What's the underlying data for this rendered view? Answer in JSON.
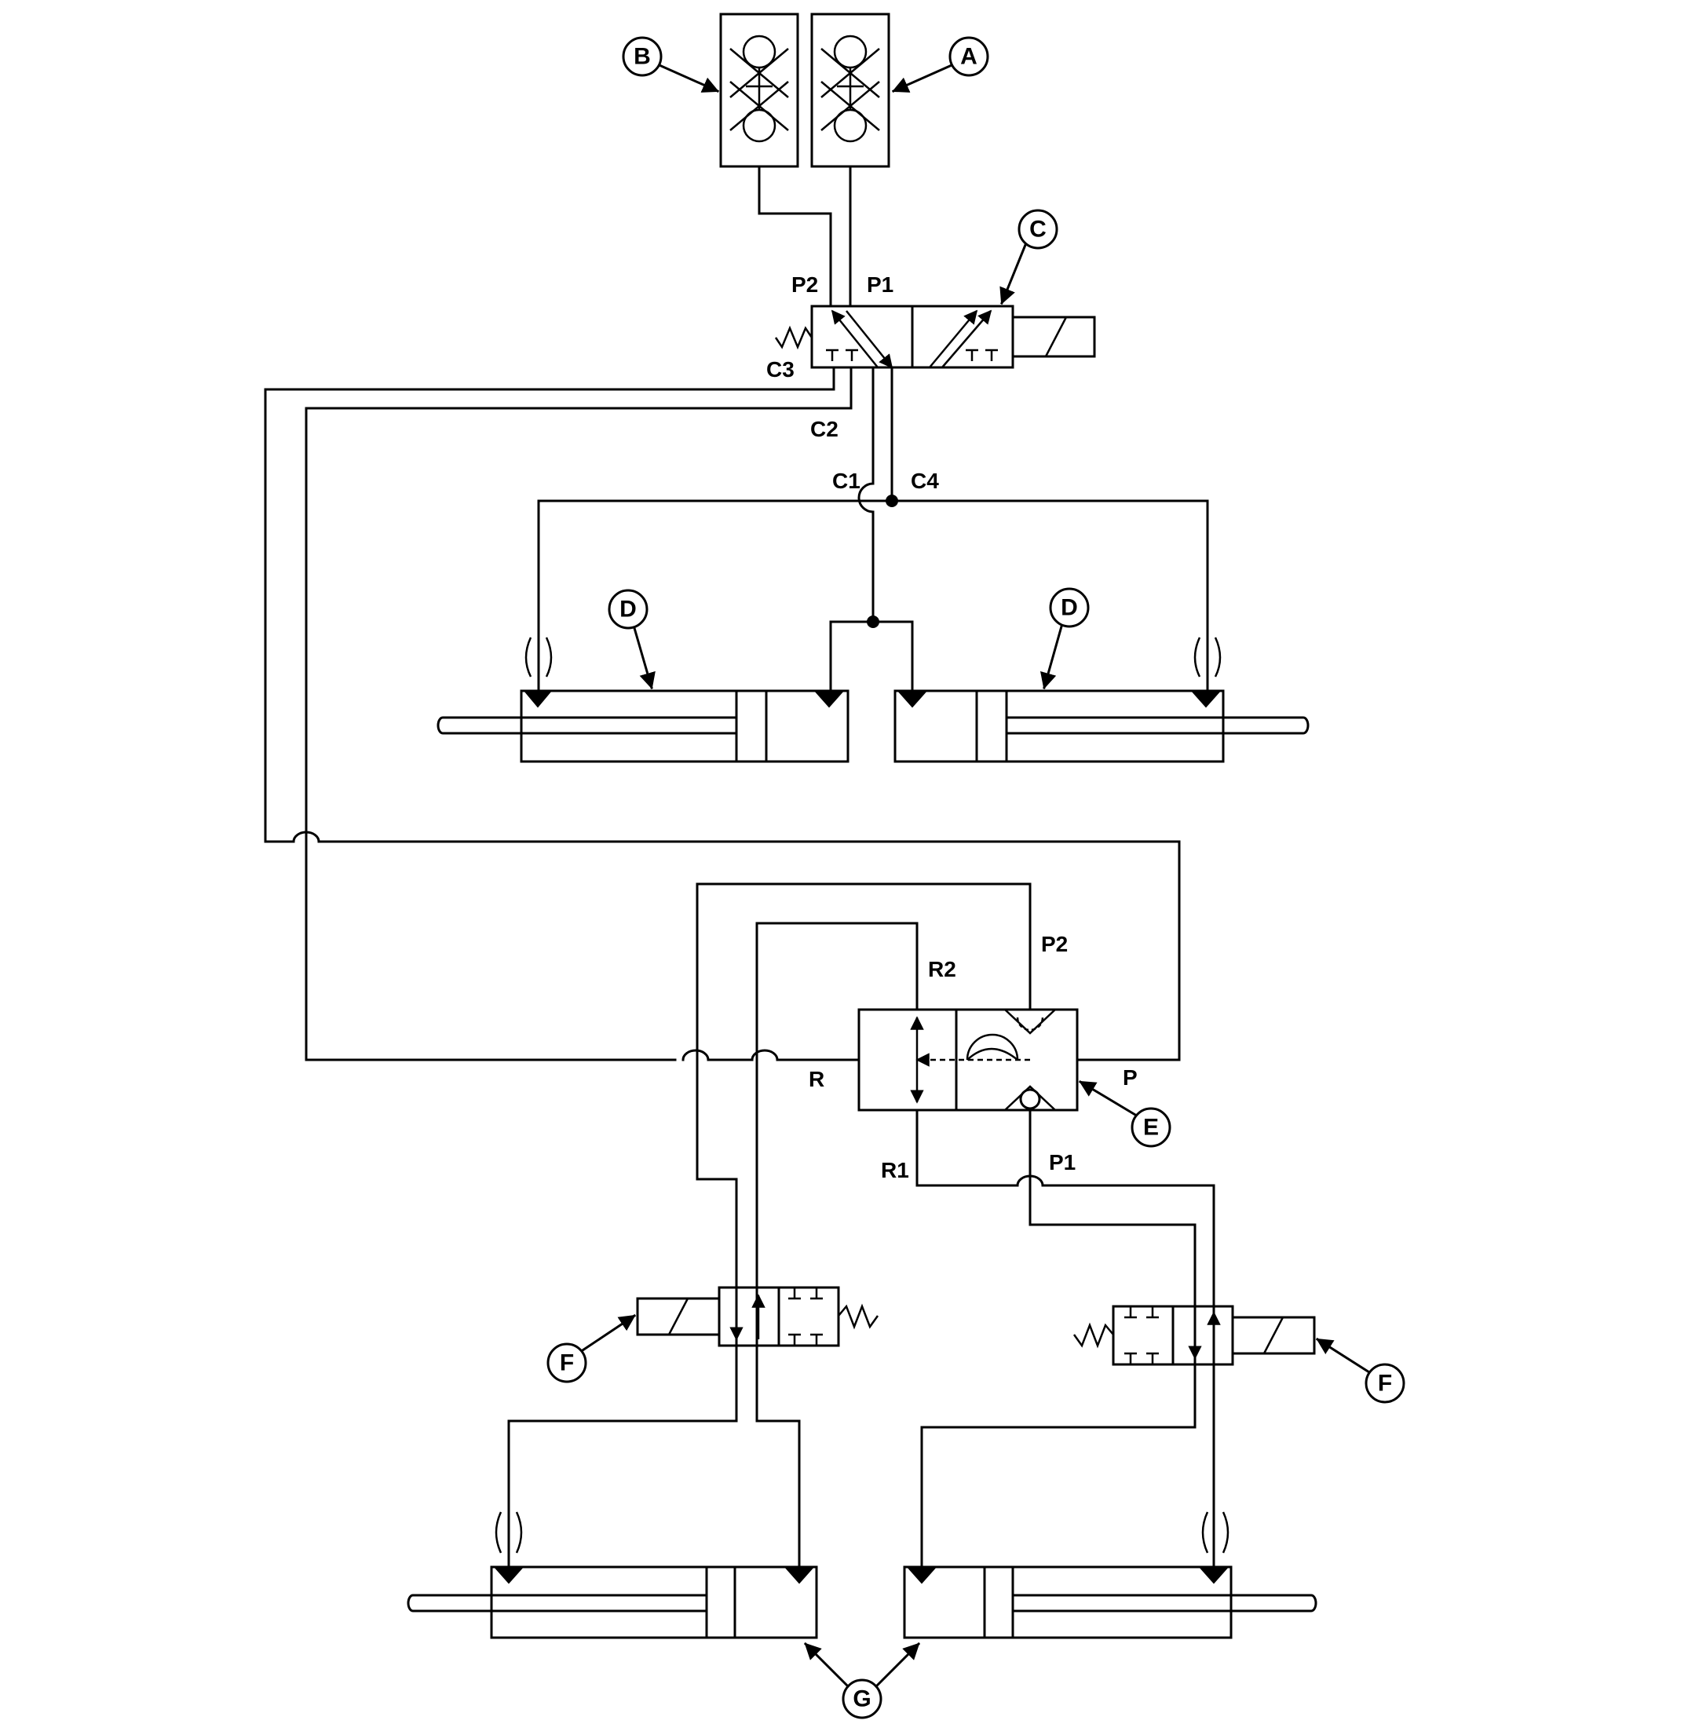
{
  "callouts": {
    "a": "A",
    "b": "B",
    "c": "C",
    "d": "D",
    "e": "E",
    "f": "F",
    "g": "G"
  },
  "ports": {
    "p1_top": "P1",
    "p2_top": "P2",
    "c1": "C1",
    "c2": "C2",
    "c3": "C3",
    "c4": "C4",
    "p2_mid": "P2",
    "r2": "R2",
    "r": "R",
    "p": "P",
    "r1": "R1",
    "p1_mid": "P1"
  }
}
